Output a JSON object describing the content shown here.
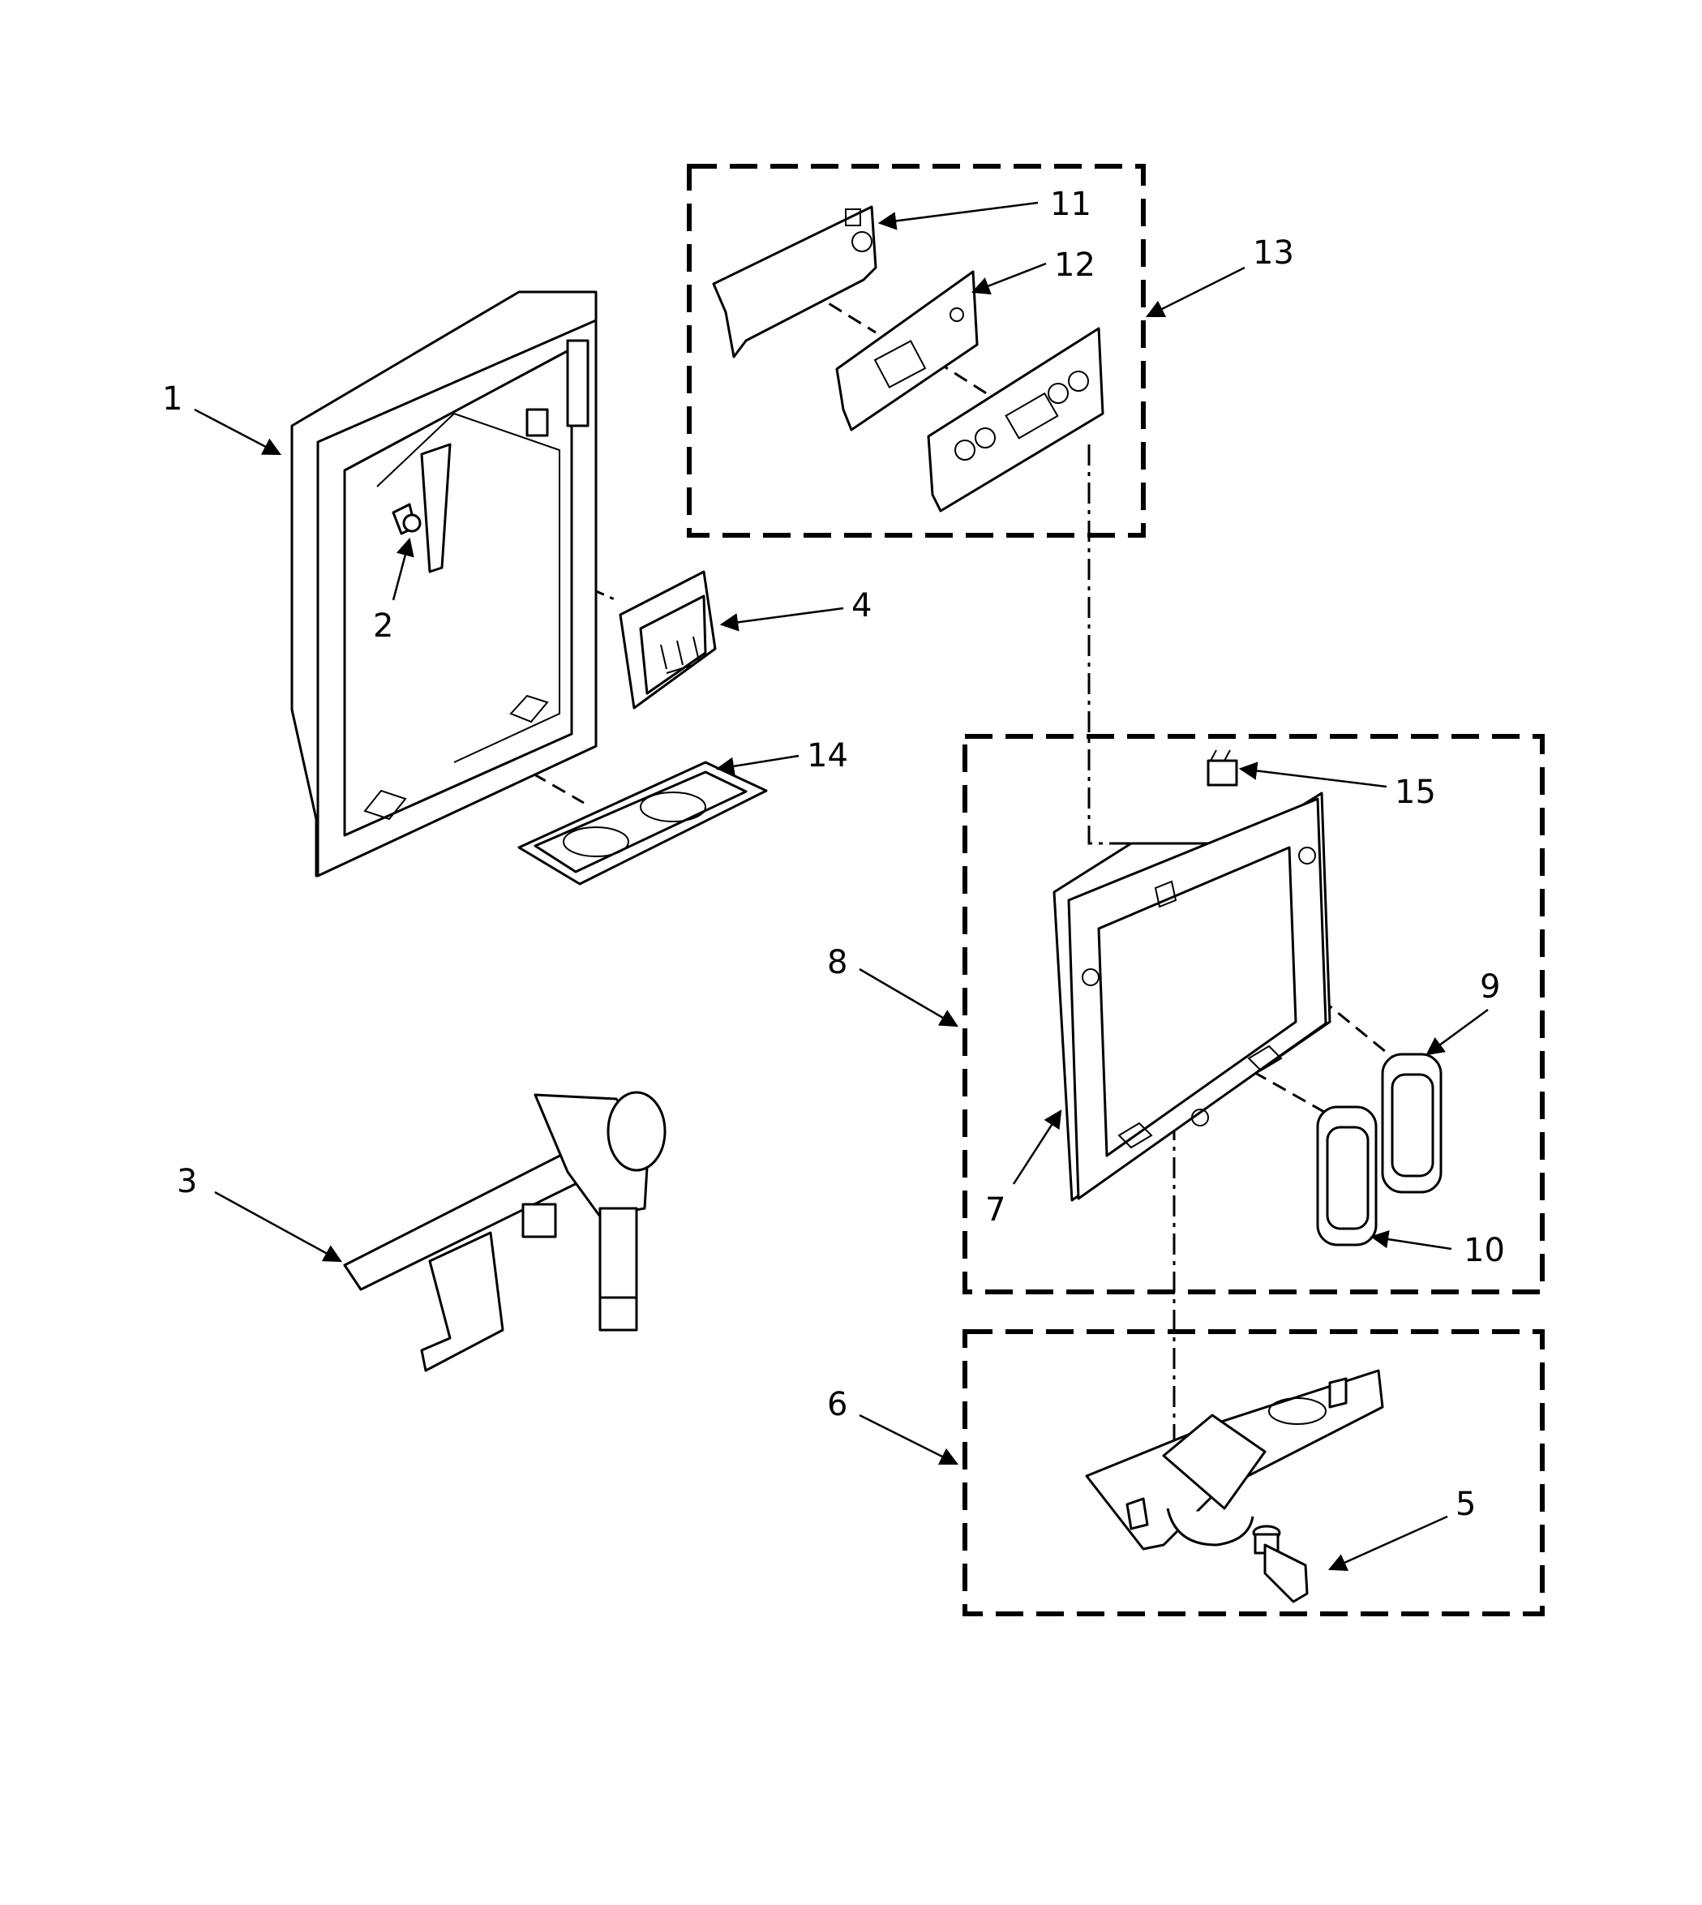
{
  "diagram": {
    "callouts": [
      {
        "id": "1",
        "label": "1"
      },
      {
        "id": "2",
        "label": "2"
      },
      {
        "id": "3",
        "label": "3"
      },
      {
        "id": "4",
        "label": "4"
      },
      {
        "id": "5",
        "label": "5"
      },
      {
        "id": "6",
        "label": "6"
      },
      {
        "id": "7",
        "label": "7"
      },
      {
        "id": "8",
        "label": "8"
      },
      {
        "id": "9",
        "label": "9"
      },
      {
        "id": "10",
        "label": "10"
      },
      {
        "id": "11",
        "label": "11"
      },
      {
        "id": "12",
        "label": "12"
      },
      {
        "id": "13",
        "label": "13"
      },
      {
        "id": "14",
        "label": "14"
      },
      {
        "id": "15",
        "label": "15"
      }
    ],
    "groups": [
      {
        "id": "group-13",
        "members": [
          "11",
          "12"
        ]
      },
      {
        "id": "group-8",
        "members": [
          "7",
          "9",
          "10",
          "15"
        ]
      },
      {
        "id": "group-6",
        "members": [
          "5"
        ]
      }
    ]
  }
}
